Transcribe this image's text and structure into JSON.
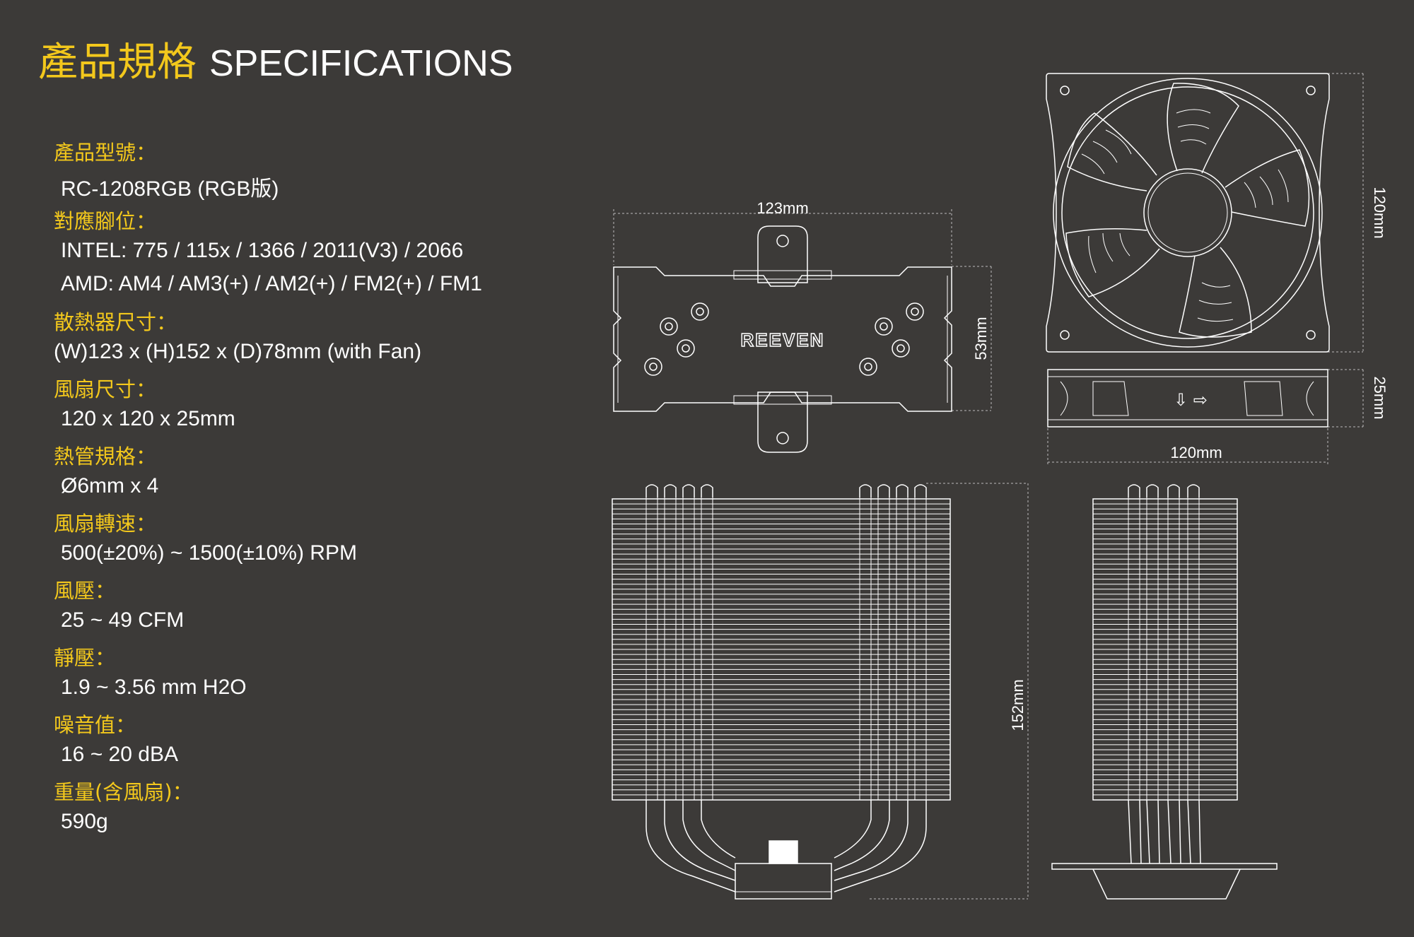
{
  "title": {
    "cn": "產品規格",
    "en": "SPECIFICATIONS"
  },
  "specs": [
    {
      "label": "產品型號：",
      "value": "RC-1208RGB (RGB版)"
    },
    {
      "label": "對應腳位：",
      "value": "INTEL: 775  / 115x  / 1366 /  2011(V3) / 2066",
      "value2": "AMD: AM4 / AM3(+) / AM2(+) / FM2(+) / FM1"
    },
    {
      "label": "散熱器尺寸：",
      "value": "(W)123 x (H)152 x (D)78mm (with Fan)"
    },
    {
      "label": "風扇尺寸：",
      "value": "120 x 120 x 25mm"
    },
    {
      "label": "熱管規格：",
      "value": "Ø6mm x 4"
    },
    {
      "label": "風扇轉速：",
      "value": "500(±20%) ~ 1500(±10%) RPM"
    },
    {
      "label": "風壓：",
      "value": "25 ~ 49 CFM"
    },
    {
      "label": "靜壓：",
      "value": "1.9 ~ 3.56 mm H2O"
    },
    {
      "label": "噪音值：",
      "value": "16 ~ 20 dBA"
    },
    {
      "label": "重量(含風扇)：",
      "value": "590g"
    }
  ],
  "drawings": {
    "top_width": "123mm",
    "top_height": "53mm",
    "brand": "REEVEN",
    "front_height": "152mm",
    "fan_height": "120mm",
    "fan_depth": "25mm",
    "fan_width": "120mm",
    "airflow_arrows": "⇩ ⇨"
  }
}
